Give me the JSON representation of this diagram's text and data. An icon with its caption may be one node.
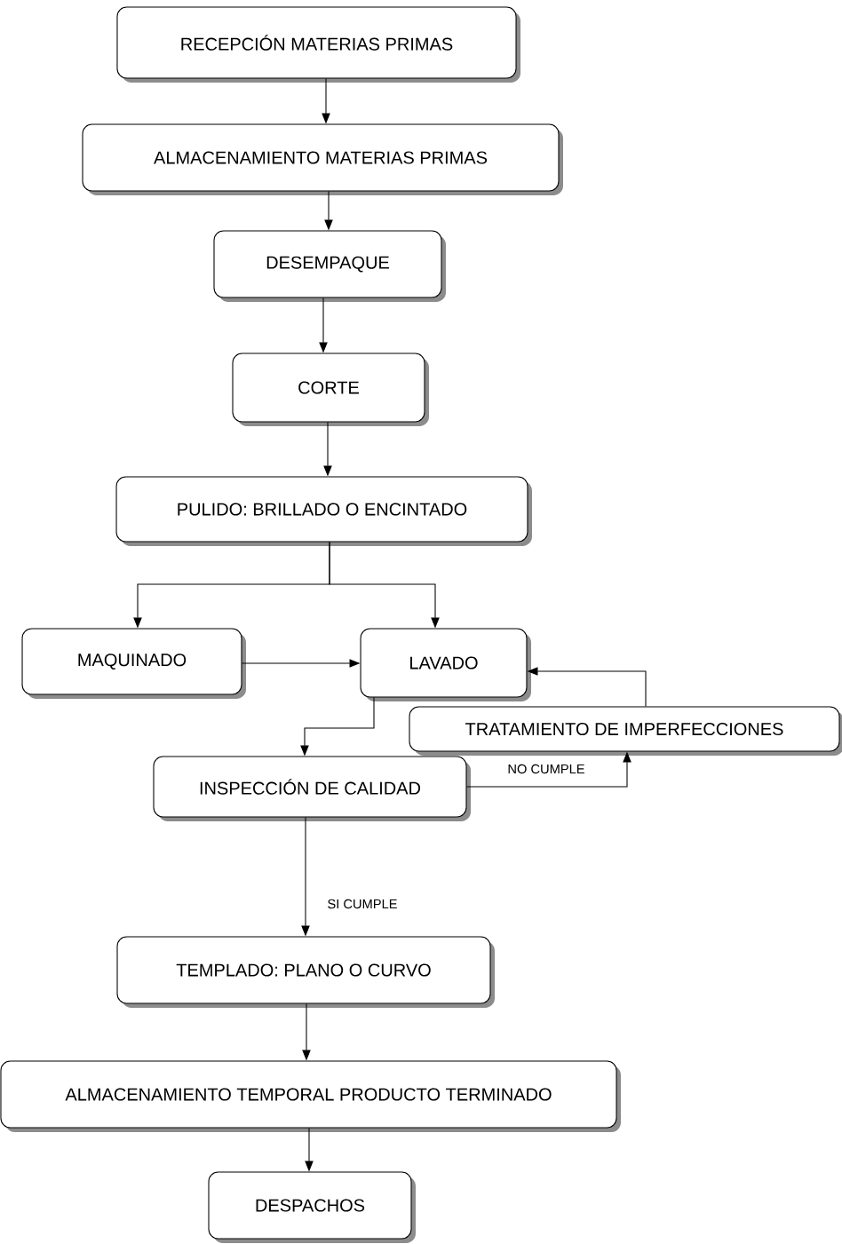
{
  "diagram": {
    "nodes": [
      {
        "text": [
          "RECEPCIÓN MATERIAS PRIMAS"
        ]
      },
      {
        "text": [
          "ALMACENAMIENTO MATERIAS PRIMAS"
        ]
      },
      {
        "text": [
          "DESEMPAQUE"
        ]
      },
      {
        "text": [
          "CORTE"
        ]
      },
      {
        "text": [
          "PULIDO: BRILLADO O ENCINTADO"
        ]
      },
      {
        "text": [
          "MAQUINADO"
        ]
      },
      {
        "text": [
          "LAVADO"
        ]
      },
      {
        "text": [
          "TRATAMIENTO DE IMPERFECCIONES"
        ]
      },
      {
        "text": [
          "INSPECCIÓN DE CALIDAD"
        ]
      },
      {
        "text": [
          "TEMPLADO: PLANO O CURVO"
        ]
      },
      {
        "text": [
          "ALMACENAMIENTO TEMPORAL PRODUCTO TERMINADO"
        ]
      },
      {
        "text": [
          "DESPACHOS"
        ]
      }
    ],
    "edges": [
      {
        "from": 0,
        "to": 1,
        "arrow": "to"
      },
      {
        "from": 1,
        "to": 2,
        "arrow": "to"
      },
      {
        "from": 2,
        "to": 3,
        "arrow": "to"
      },
      {
        "from": 3,
        "to": 4,
        "arrow": "to"
      },
      {
        "from": 4,
        "to": 5,
        "arrow": "to"
      },
      {
        "from": 4,
        "to": 6,
        "arrow": "to"
      },
      {
        "from": 5,
        "to": 6,
        "arrow": "to"
      },
      {
        "from": 6,
        "to": 8,
        "arrow": "to"
      },
      {
        "from": 8,
        "to": 7,
        "arrow": "to",
        "label": "NO CUMPLE"
      },
      {
        "from": 7,
        "to": 6,
        "arrow": "to"
      },
      {
        "from": 8,
        "to": 9,
        "arrow": "to",
        "label": "SI CUMPLE"
      },
      {
        "from": 9,
        "to": 10,
        "arrow": "to"
      },
      {
        "from": 10,
        "to": 11,
        "arrow": "to"
      }
    ]
  }
}
